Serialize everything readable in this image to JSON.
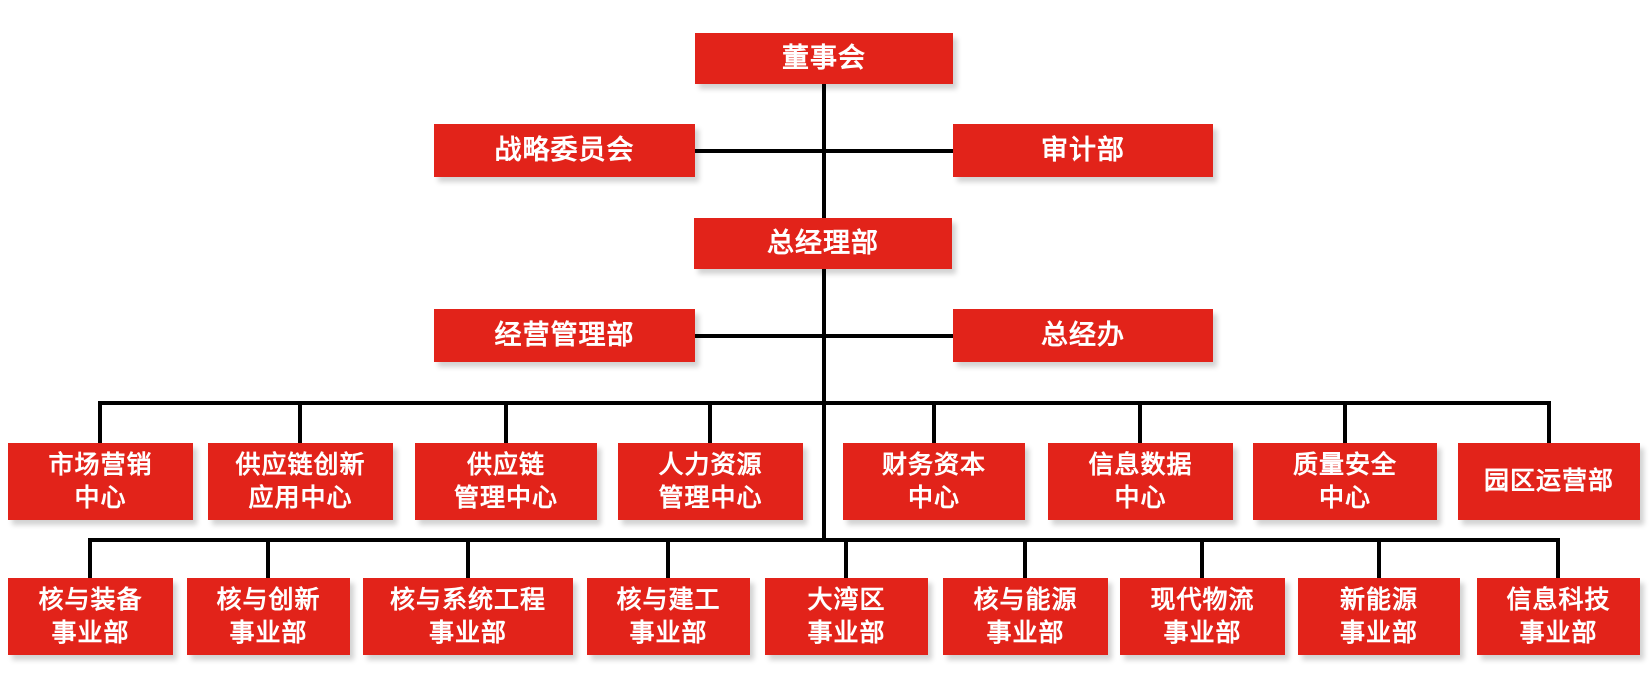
{
  "diagram": {
    "type": "org-chart",
    "background_color": "#FFFFFF",
    "box_color": "#E2231A",
    "box_text_color": "#FFFFFF",
    "connector_color": "#000000"
  },
  "nodes": {
    "board": {
      "label": "董事会"
    },
    "strategy_committee": {
      "label": "战略委员会"
    },
    "audit_dept": {
      "label": "审计部"
    },
    "general_manager_dept": {
      "label": "总经理部"
    },
    "operations_mgmt_dept": {
      "label": "经营管理部"
    },
    "gm_office": {
      "label": "总经办"
    },
    "marketing_center": {
      "label": "市场营销\n中心"
    },
    "supply_chain_innovation_center": {
      "label": "供应链创新\n应用中心"
    },
    "supply_chain_mgmt_center": {
      "label": "供应链\n管理中心"
    },
    "hr_mgmt_center": {
      "label": "人力资源\n管理中心"
    },
    "finance_capital_center": {
      "label": "财务资本\n中心"
    },
    "info_data_center": {
      "label": "信息数据\n中心"
    },
    "quality_safety_center": {
      "label": "质量安全\n中心"
    },
    "park_operations_dept": {
      "label": "园区运营部"
    },
    "nuclear_equipment_div": {
      "label": "核与装备\n事业部"
    },
    "nuclear_innovation_div": {
      "label": "核与创新\n事业部"
    },
    "nuclear_systems_engineering_div": {
      "label": "核与系统工程\n事业部"
    },
    "nuclear_construction_div": {
      "label": "核与建工\n事业部"
    },
    "greater_bay_area_div": {
      "label": "大湾区\n事业部"
    },
    "nuclear_energy_div": {
      "label": "核与能源\n事业部"
    },
    "modern_logistics_div": {
      "label": "现代物流\n事业部"
    },
    "new_energy_div": {
      "label": "新能源\n事业部"
    },
    "info_tech_div": {
      "label": "信息科技\n事业部"
    }
  },
  "hierarchy": {
    "level1": [
      "董事会"
    ],
    "level2": [
      "战略委员会",
      "审计部"
    ],
    "level3": [
      "总经理部"
    ],
    "level4": [
      "经营管理部",
      "总经办"
    ],
    "level5": [
      "市场营销中心",
      "供应链创新应用中心",
      "供应链管理中心",
      "人力资源管理中心",
      "财务资本中心",
      "信息数据中心",
      "质量安全中心",
      "园区运营部"
    ],
    "level6": [
      "核与装备事业部",
      "核与创新事业部",
      "核与系统工程事业部",
      "核与建工事业部",
      "大湾区事业部",
      "核与能源事业部",
      "现代物流事业部",
      "新能源事业部",
      "信息科技事业部"
    ]
  }
}
